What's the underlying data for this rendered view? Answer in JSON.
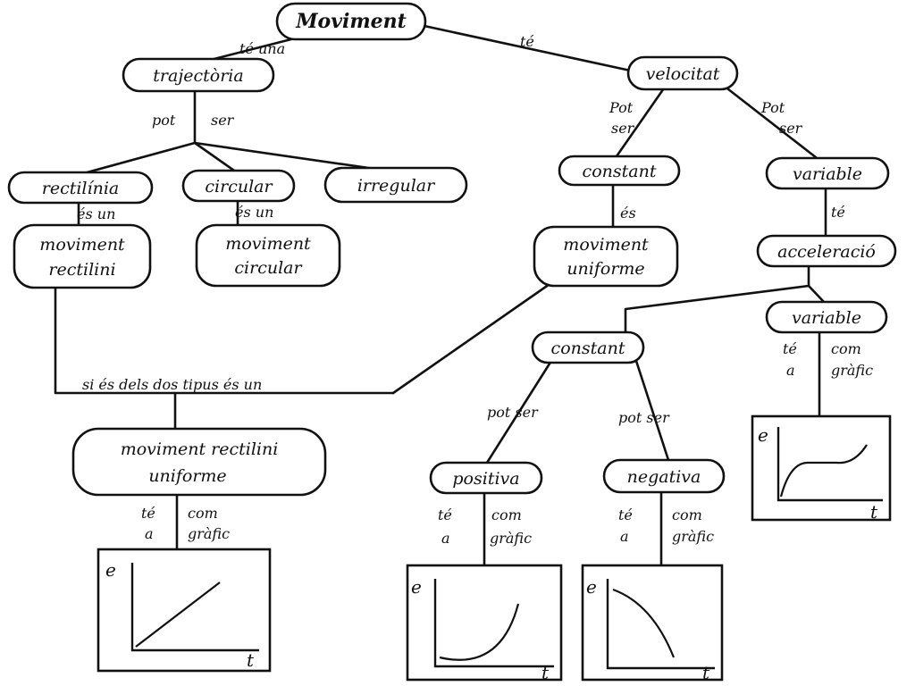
{
  "nodes": {
    "moviment": "Moviment",
    "trajectoria": "trajectòria",
    "velocitat": "velocitat",
    "rectilinia": "rectilínia",
    "circular": "circular",
    "irregular": "irregular",
    "constant_vel": "constant",
    "variable_vel": "variable",
    "moviment_rectilini": [
      "moviment",
      "rectilini"
    ],
    "moviment_circular": [
      "moviment",
      "circular"
    ],
    "moviment_uniforme": [
      "moviment",
      "uniforme"
    ],
    "acceleracio": "acceleració",
    "constant_acc": "constant",
    "variable_acc": "variable",
    "mru": [
      "moviment rectilini",
      "uniforme"
    ],
    "positiva": "positiva",
    "negativa": "negativa"
  },
  "links": {
    "te_una": "té una",
    "te_top": "té",
    "pot_ser_left": [
      "pot",
      "ser"
    ],
    "pot_ser_const": [
      "Pot",
      "ser"
    ],
    "pot_ser_var": [
      "Pot",
      "ser"
    ],
    "es_un_1": "és un",
    "es_un_2": "és un",
    "es_3": "és",
    "te_4": "té",
    "si_es": "si és dels dos tipus és un",
    "pot_ser_pos": "pot ser",
    "pot_ser_neg": "pot ser",
    "te_a_1": [
      "té",
      "a"
    ],
    "com_grafic_1": [
      "com",
      "gràfic"
    ],
    "te_a_2": [
      "té",
      "a"
    ],
    "com_grafic_2": [
      "com",
      "gràfic"
    ],
    "te_a_3": [
      "té",
      "a"
    ],
    "com_grafic_3": [
      "com",
      "gràfic"
    ],
    "te_a_4": [
      "té",
      "a"
    ],
    "com_grafic_4": [
      "com",
      "gràfic"
    ]
  },
  "graphs": {
    "axis_y": "e",
    "axis_x": "t",
    "mru_shape": "linear",
    "positiva_shape": "concave-up",
    "negativa_shape": "concave-down",
    "variable_shape": "step-curve"
  }
}
